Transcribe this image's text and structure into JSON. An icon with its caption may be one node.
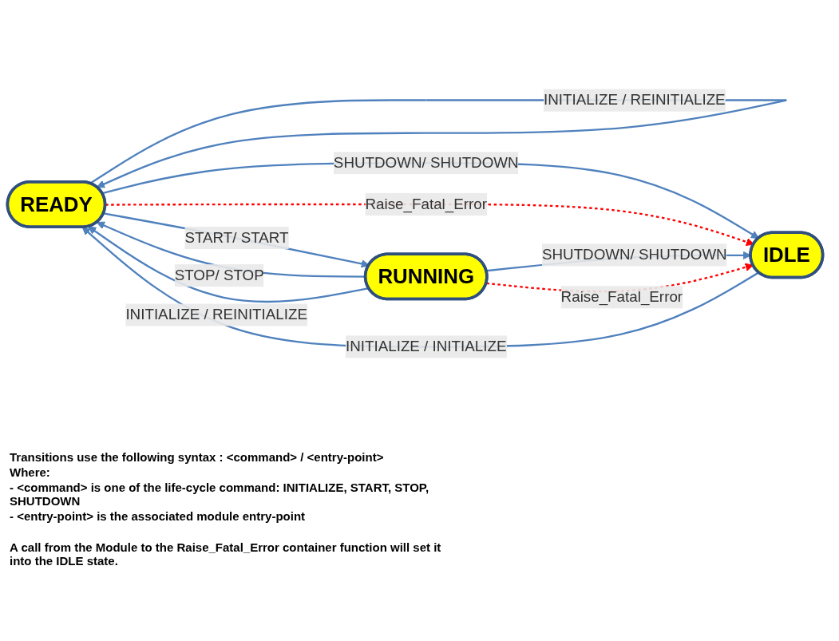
{
  "diagram": {
    "nodes": [
      {
        "text": [
          "READY"
        ]
      },
      {
        "text": [
          "IDLE"
        ]
      },
      {
        "text": [
          "RUNNING"
        ]
      }
    ],
    "edges": [
      {
        "from": 0,
        "to": 0,
        "arrow": "to",
        "label": "INITIALIZE / REINITIALIZE"
      },
      {
        "from": 1,
        "to": 0,
        "arrow": "to",
        "label": "INITIALIZE / INITIALIZE"
      },
      {
        "from": 0,
        "to": 1,
        "arrow": "to",
        "label": "SHUTDOWN/ SHUTDOWN"
      },
      {
        "from": 0,
        "to": 1,
        "arrow": "to",
        "label": "Raise_Fatal_Error",
        "style": "dashed",
        "color": "#ff0000"
      },
      {
        "from": 0,
        "to": 2,
        "arrow": "to",
        "label": "START/ START"
      },
      {
        "from": 2,
        "to": 0,
        "arrow": "to",
        "label": "STOP/ STOP"
      },
      {
        "from": 2,
        "to": 0,
        "arrow": "to",
        "label": "INITIALIZE / REINITIALIZE"
      },
      {
        "from": 2,
        "to": 1,
        "arrow": "to",
        "label": "SHUTDOWN/ SHUTDOWN"
      },
      {
        "from": 2,
        "to": 1,
        "arrow": "to",
        "label": "Raise_Fatal_Error",
        "style": "dashed",
        "color": "#ff0000"
      }
    ],
    "labels": [
      "Transitions use the following syntax : <command> / <entry-point>",
      "Where:",
      "- <command> is one of the life-cycle command: INITIALIZE, START, STOP, SHUTDOWN",
      "- <entry-point> is the associated module entry-point",
      "A call from the Module to the Raise_Fatal_Error container function will set it into the IDLE state."
    ]
  }
}
